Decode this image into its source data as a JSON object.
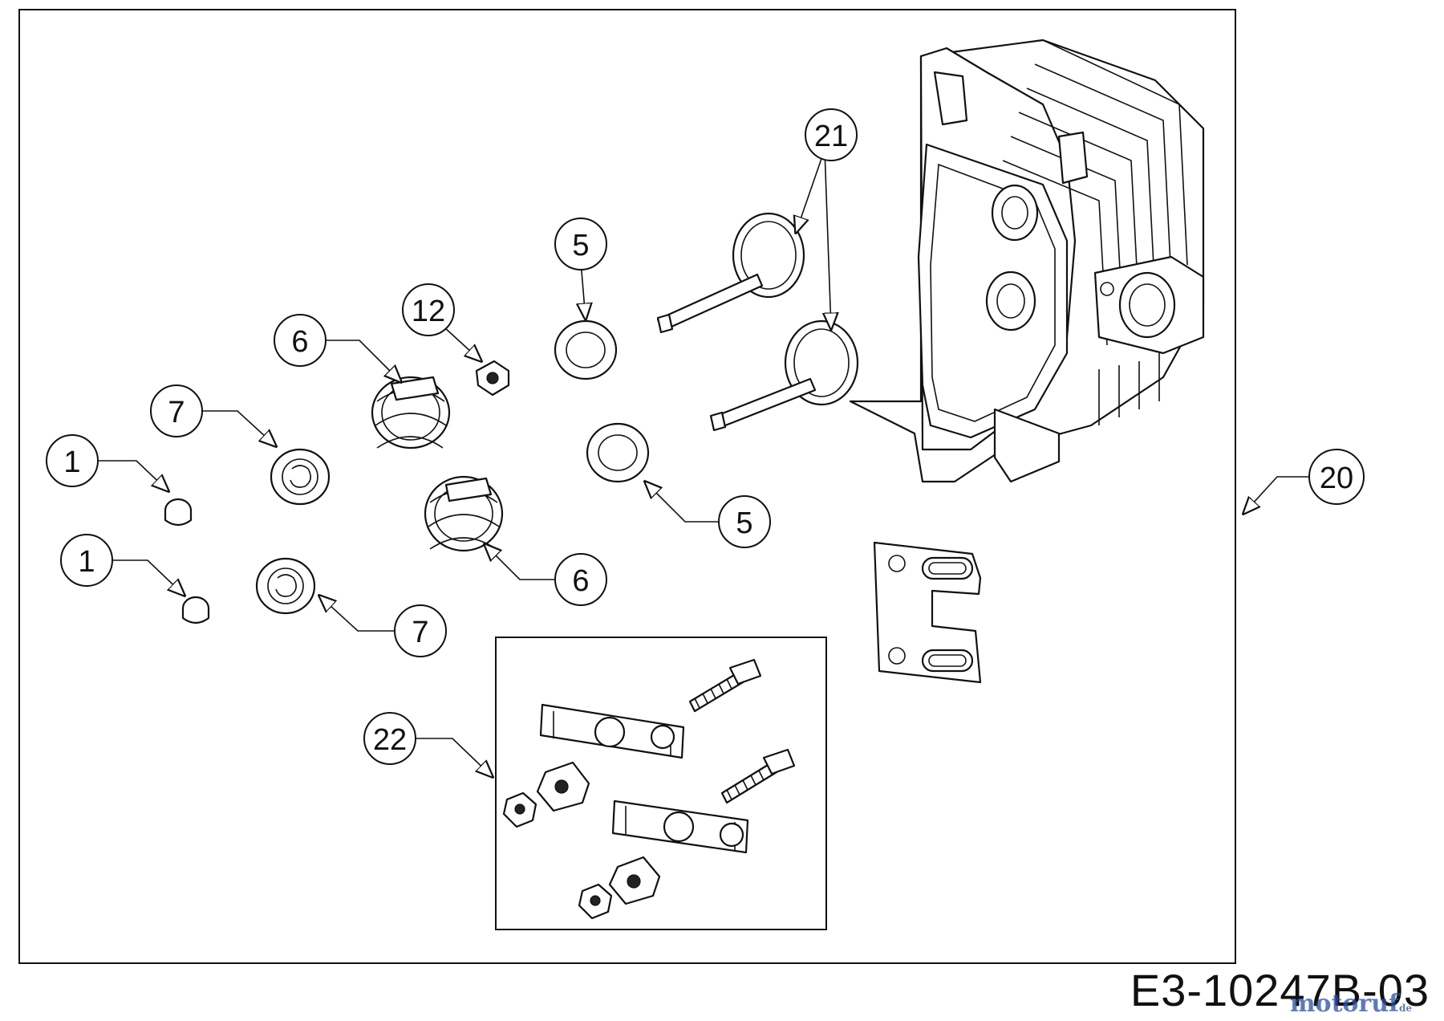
{
  "diagram": {
    "drawing_code": "E3-10247B-03",
    "watermark": {
      "brand": "motoruf",
      "tld": "de"
    },
    "callouts": [
      {
        "id": "c21",
        "label": "21"
      },
      {
        "id": "c5a",
        "label": "5"
      },
      {
        "id": "c12",
        "label": "12"
      },
      {
        "id": "c6a",
        "label": "6"
      },
      {
        "id": "c7a",
        "label": "7"
      },
      {
        "id": "c1a",
        "label": "1"
      },
      {
        "id": "c20",
        "label": "20"
      },
      {
        "id": "c5b",
        "label": "5"
      },
      {
        "id": "c1b",
        "label": "1"
      },
      {
        "id": "c6b",
        "label": "6"
      },
      {
        "id": "c7b",
        "label": "7"
      },
      {
        "id": "c22",
        "label": "22"
      }
    ]
  }
}
